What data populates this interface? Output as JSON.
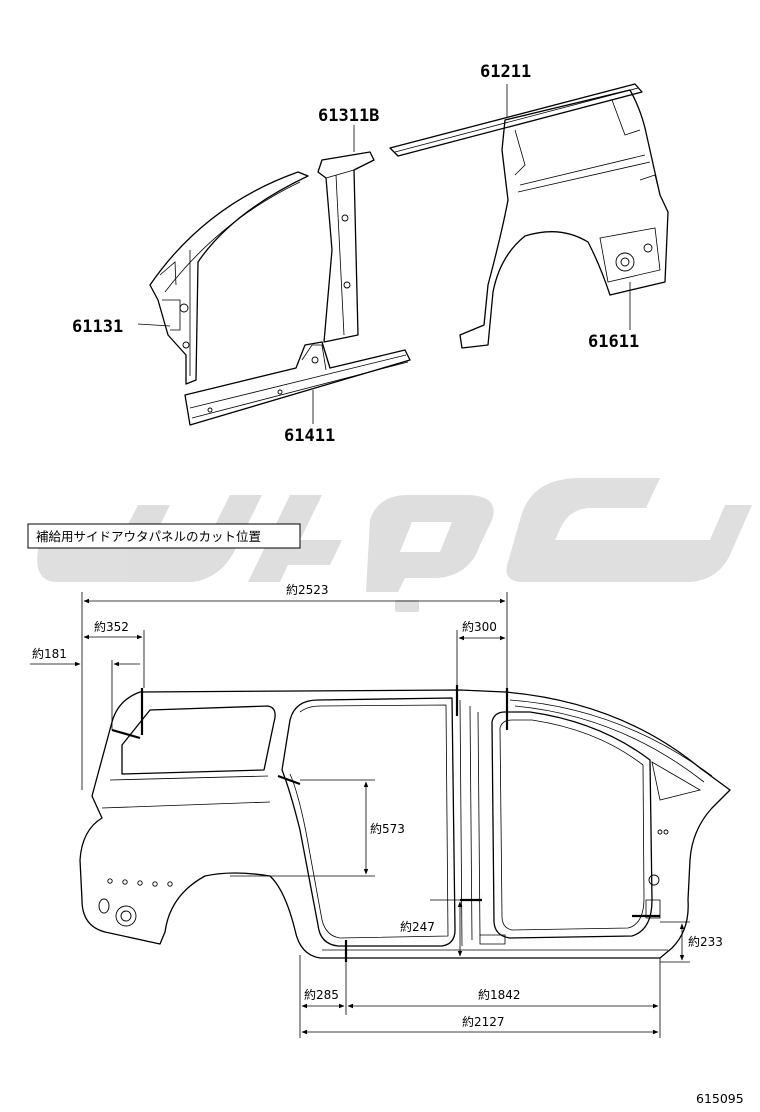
{
  "parts": [
    {
      "id": "61211",
      "label": "61211"
    },
    {
      "id": "61311B",
      "label": "61311B"
    },
    {
      "id": "61131",
      "label": "61131"
    },
    {
      "id": "61611",
      "label": "61611"
    },
    {
      "id": "61411",
      "label": "61411"
    }
  ],
  "section_title": "補給用サイドアウタパネルのカット位置",
  "dimensions": {
    "total_length": "約2523",
    "rear_352": "約352",
    "rear_181": "約181",
    "pillar_300": "約300",
    "height_573": "約573",
    "height_247": "約247",
    "height_233": "約233",
    "bottom_285": "約285",
    "bottom_1842": "約1842",
    "bottom_2127": "約2127"
  },
  "figure_number": "615095"
}
